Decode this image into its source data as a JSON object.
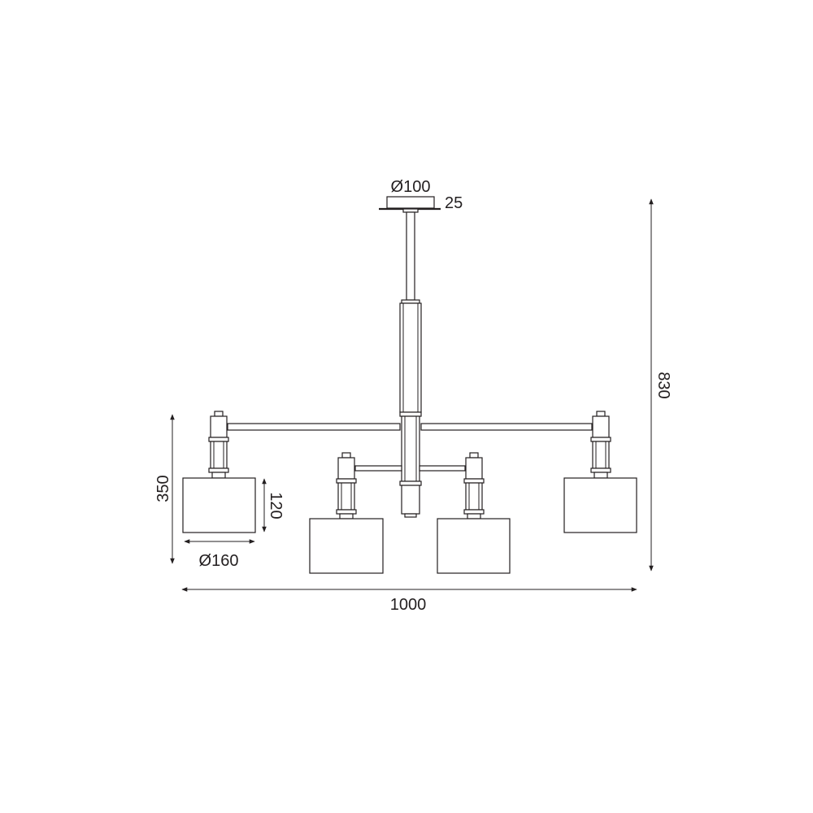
{
  "dimensions": {
    "canopy_diameter": "Ø100",
    "canopy_height": "25",
    "total_height": "830",
    "arm_height": "350",
    "shade_height": "120",
    "shade_diameter": "Ø160",
    "total_width": "1000"
  },
  "colors": {
    "line": "#231f20",
    "background": "#ffffff"
  }
}
